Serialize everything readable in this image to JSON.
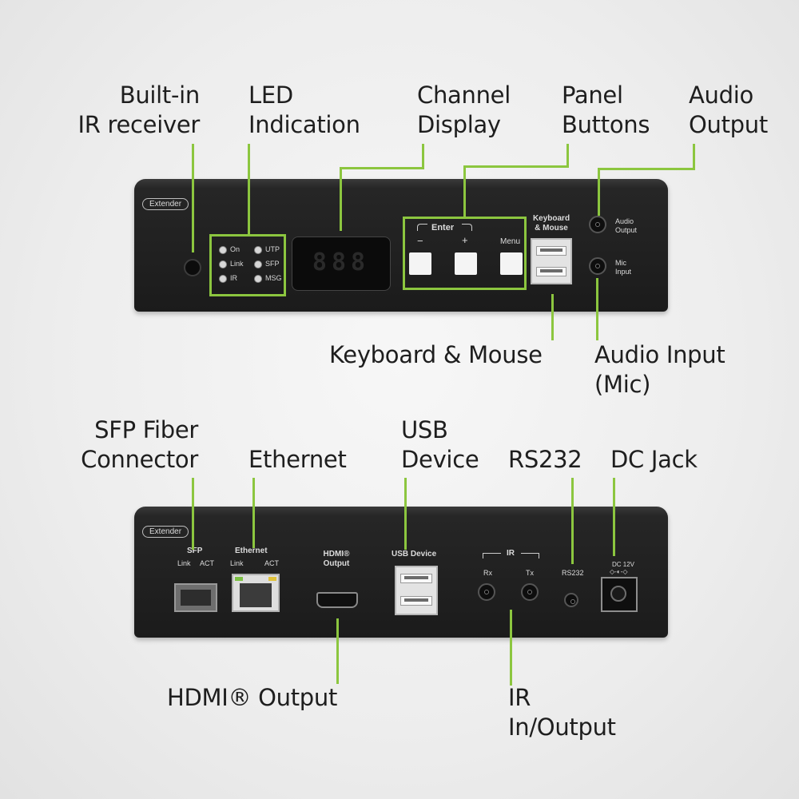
{
  "colors": {
    "accent": "#8cc63f",
    "device_body": "#222222",
    "background": "#ededed"
  },
  "top": {
    "callouts": {
      "ir_receiver": "Built-in\nIR receiver",
      "led": "LED\nIndication",
      "channel": "Channel\nDisplay",
      "panel_buttons": "Panel\nButtons",
      "audio_output": "Audio\nOutput",
      "keyboard_mouse": "Keyboard & Mouse",
      "audio_input": "Audio Input\n(Mic)"
    },
    "device": {
      "badge": "Extender",
      "leds_left": [
        "On",
        "Link",
        "IR"
      ],
      "leds_right": [
        "UTP",
        "SFP",
        "MSG"
      ],
      "display": "888",
      "enter_label": "Enter",
      "minus": "−",
      "plus": "+",
      "menu": "Menu",
      "kbm_label": "Keyboard\n& Mouse",
      "audio_out_label": "Audio\nOutput",
      "mic_label": "Mic\nInput"
    }
  },
  "bottom": {
    "callouts": {
      "sfp": "SFP Fiber\nConnector",
      "ethernet": "Ethernet",
      "usb_device": "USB\nDevice",
      "rs232": "RS232",
      "dc_jack": "DC Jack",
      "hdmi": "HDMI® Output",
      "ir": "IR\nIn/Output"
    },
    "device": {
      "badge": "Extender",
      "sfp_label": "SFP",
      "sfp_link": "Link",
      "sfp_act": "ACT",
      "eth_label": "Ethernet",
      "eth_link": "Link",
      "eth_act": "ACT",
      "hdmi_label": "HDMI®\nOutput",
      "usb_label": "USB Device",
      "ir_label": "IR",
      "ir_rx": "Rx",
      "ir_tx": "Tx",
      "rs232_label": "RS232",
      "dc_label": "DC 12V",
      "dc_symbol": "◇-◐-◇"
    }
  }
}
